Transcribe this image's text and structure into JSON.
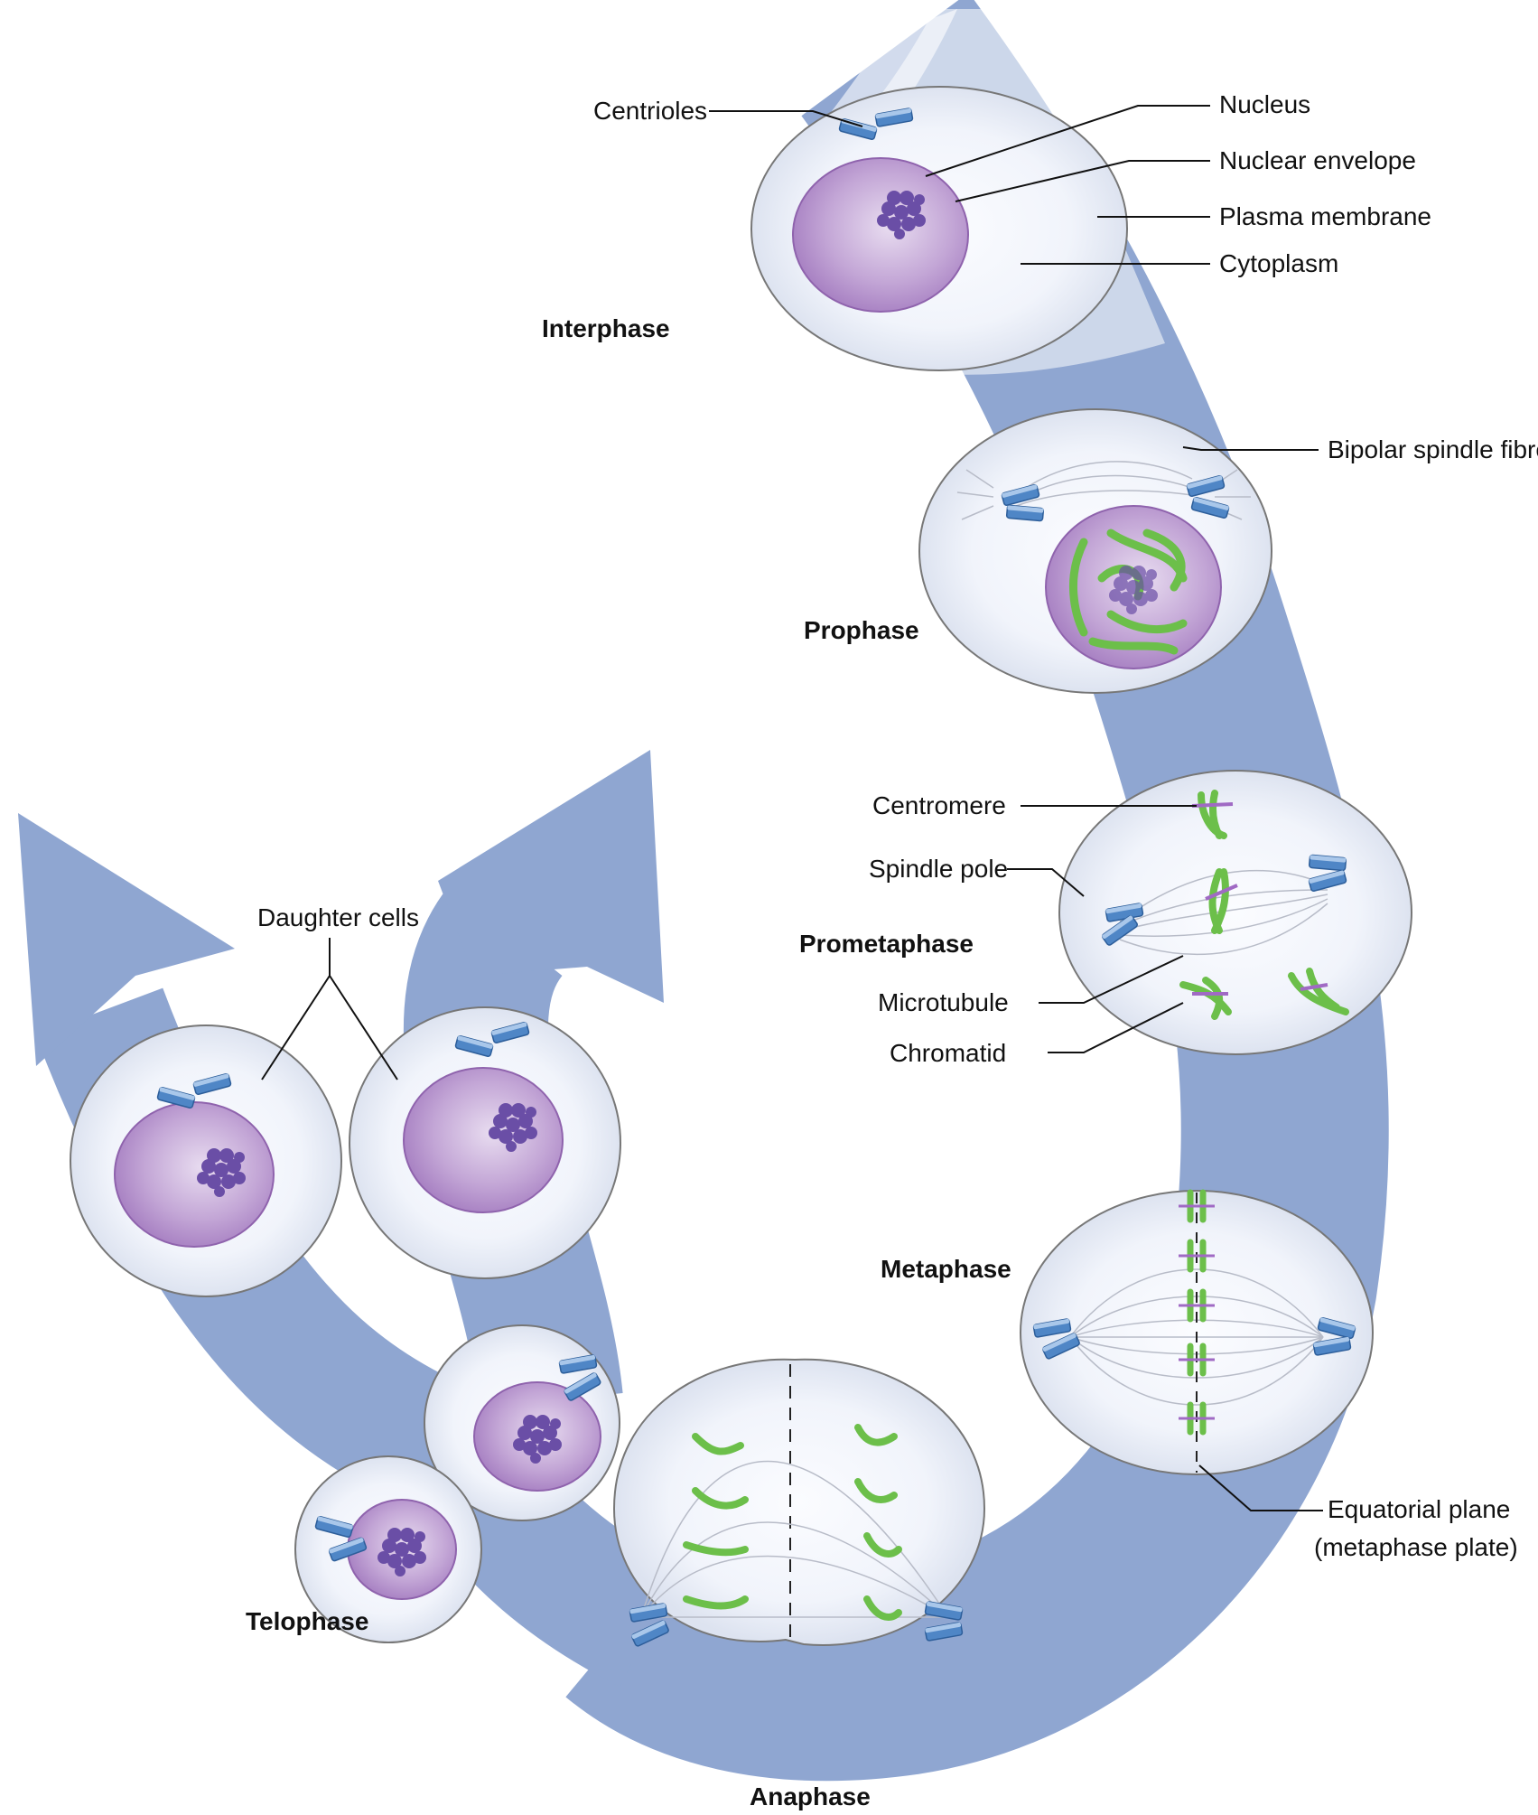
{
  "phases": {
    "interphase": "Interphase",
    "prophase": "Prophase",
    "prometaphase": "Prometaphase",
    "metaphase": "Metaphase",
    "anaphase": "Anaphase",
    "telophase": "Telophase"
  },
  "labels": {
    "centrioles": "Centrioles",
    "nucleus": "Nucleus",
    "nuclear_envelope": "Nuclear envelope",
    "plasma_membrane": "Plasma membrane",
    "cytoplasm": "Cytoplasm",
    "bipolar_spindle_fibre": "Bipolar spindle fibre",
    "centromere": "Centromere",
    "spindle_pole": "Spindle pole",
    "microtubule": "Microtubule",
    "chromatid": "Chromatid",
    "equatorial_plane_line1": "Equatorial plane",
    "equatorial_plane_line2": "(metaphase plate)",
    "daughter_cells": "Daughter cells"
  },
  "colors": {
    "flow_arrow": "#8fa6d1",
    "cell_fill": "#eef1f8",
    "nucleus": "#b592c9",
    "chromatin": "#6a4ea6",
    "chromosome": "#6cbf4a",
    "centriole": "#4f86c6",
    "centromere": "#a06ac4"
  }
}
